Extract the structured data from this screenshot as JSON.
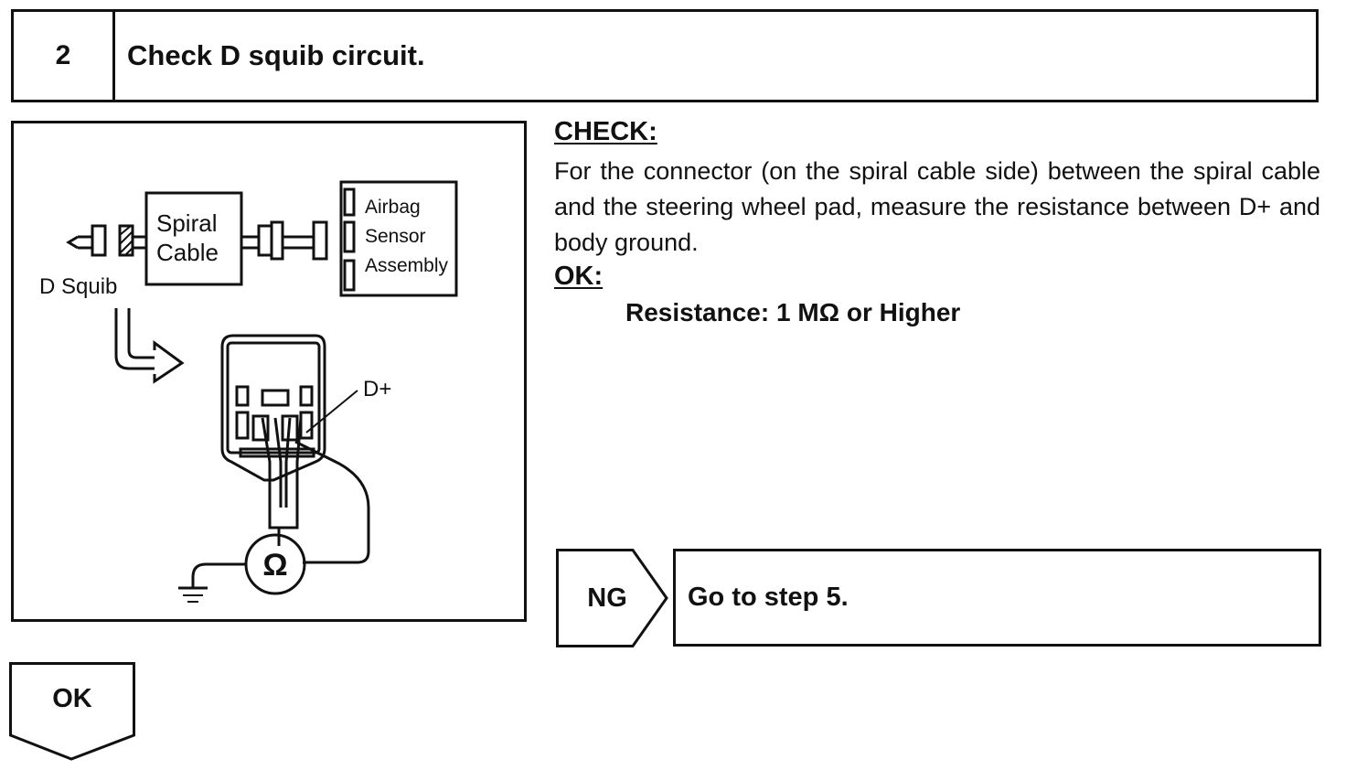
{
  "step": {
    "number": "2",
    "title": "Check D squib circuit."
  },
  "diagram": {
    "spiral_cable_line1": "Spiral",
    "spiral_cable_line2": "Cable",
    "airbag_line1": "Airbag",
    "airbag_line2": "Sensor",
    "airbag_line3": "Assembly",
    "d_squib": "D Squib",
    "d_plus": "D+",
    "ohm_symbol": "Ω"
  },
  "check": {
    "label": "CHECK:",
    "body": "For the connector (on the spiral cable side) between the spiral cable and the steering wheel pad, measure the resistance between D+ and body ground."
  },
  "ok": {
    "label": "OK:",
    "value": "Resistance: 1 MΩ or Higher"
  },
  "ng": {
    "label": "NG",
    "action": "Go to step 5."
  },
  "ok_arrow": {
    "label": "OK"
  }
}
